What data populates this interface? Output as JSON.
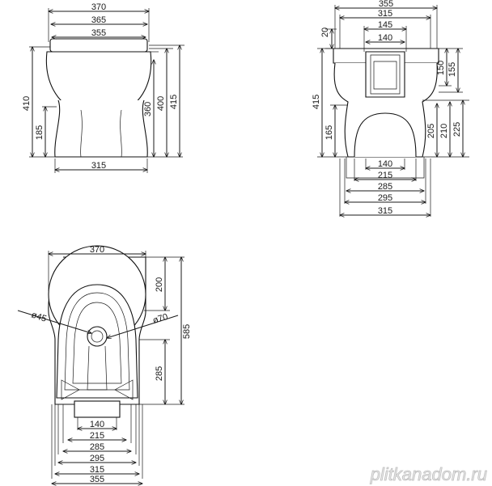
{
  "front_view": {
    "dims": {
      "width_top": "370",
      "width_seat": "365",
      "width_bowl": "355",
      "width_base": "315",
      "height_total_left": "410",
      "height_outlet": "185",
      "height_rim": "360",
      "height_seat": "400",
      "height_total_right": "415"
    }
  },
  "side_view": {
    "dims": {
      "width_top": "355",
      "width_315_top": "315",
      "width_145": "145",
      "width_140_top": "140",
      "top_20": "20",
      "right_150": "150",
      "right_155": "155",
      "left_415": "415",
      "left_165": "165",
      "right_205": "205",
      "right_210": "210",
      "right_225": "225",
      "bottom_140": "140",
      "bottom_215": "215",
      "bottom_285": "285",
      "bottom_295": "295",
      "bottom_315": "315"
    }
  },
  "top_view": {
    "dims": {
      "width_top": "370",
      "right_200": "200",
      "right_285": "285",
      "right_585": "585",
      "diam_45": "ø45",
      "diam_70": "ø70",
      "bottom_140": "140",
      "bottom_215": "215",
      "bottom_285": "285",
      "bottom_295": "295",
      "bottom_315": "315",
      "bottom_355": "355"
    }
  },
  "watermark": "plitkanadom.ru"
}
